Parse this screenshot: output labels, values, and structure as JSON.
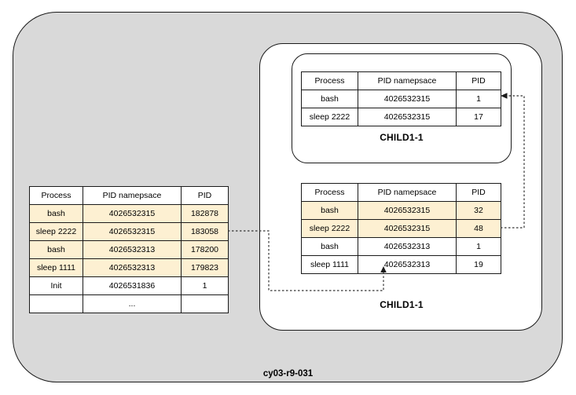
{
  "diagram": {
    "caption": "cy03-r9-031",
    "columns": [
      "Process",
      "PID namepsace",
      "PID"
    ],
    "highlight_color": "#fdf0d2",
    "host_background": "#d9d9d9",
    "container_background": "#ffffff",
    "border_color": "#1a1a1a"
  },
  "host_table": {
    "name": "host-pid-table",
    "headers": [
      "Process",
      "PID namepsace",
      "PID"
    ],
    "rows": [
      {
        "process": "bash",
        "namespace": "4026532315",
        "pid": "182878",
        "highlight": true
      },
      {
        "process": "sleep 2222",
        "namespace": "4026532315",
        "pid": "183058",
        "highlight": true
      },
      {
        "process": "bash",
        "namespace": "4026532313",
        "pid": "178200",
        "highlight": true
      },
      {
        "process": "sleep 1111",
        "namespace": "4026532313",
        "pid": "179823",
        "highlight": true
      },
      {
        "process": "Init",
        "namespace": "4026531836",
        "pid": "1",
        "highlight": false
      },
      {
        "process": "",
        "namespace": "...",
        "pid": "",
        "highlight": false
      }
    ]
  },
  "child_inner": {
    "label": "CHILD1-1",
    "table_name": "child-inner-pid-table",
    "headers": [
      "Process",
      "PID namepsace",
      "PID"
    ],
    "rows": [
      {
        "process": "bash",
        "namespace": "4026532315",
        "pid": "1",
        "highlight": false
      },
      {
        "process": "sleep 2222",
        "namespace": "4026532315",
        "pid": "17",
        "highlight": false
      }
    ]
  },
  "child_outer": {
    "label": "CHILD1-1",
    "table_name": "child-outer-pid-table",
    "headers": [
      "Process",
      "PID namepsace",
      "PID"
    ],
    "rows": [
      {
        "process": "bash",
        "namespace": "4026532315",
        "pid": "32",
        "highlight": true
      },
      {
        "process": "sleep 2222",
        "namespace": "4026532315",
        "pid": "48",
        "highlight": true
      },
      {
        "process": "bash",
        "namespace": "4026532313",
        "pid": "1",
        "highlight": false
      },
      {
        "process": "sleep 1111",
        "namespace": "4026532313",
        "pid": "19",
        "highlight": false
      }
    ]
  },
  "connectors": [
    {
      "name": "host-to-child-outer-connector",
      "style": "dotted",
      "from": "host-table row bash 4026532313",
      "to": "child-outer table (arrow up)"
    },
    {
      "name": "child-outer-to-child-inner-connector",
      "style": "dotted",
      "from": "child-outer table row sleep 2222",
      "to": "child-inner table row bash (arrow left)"
    }
  ]
}
